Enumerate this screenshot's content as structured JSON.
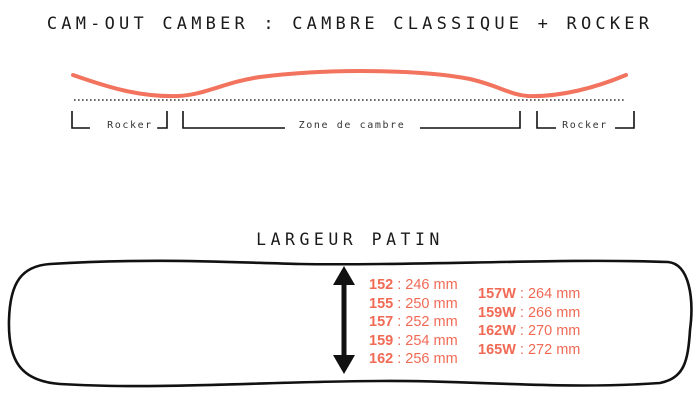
{
  "profile": {
    "title": "CAM-OUT CAMBER : CAMBRE CLASSIQUE + ROCKER",
    "zones": {
      "left": "Rocker",
      "center": "Zone de cambre",
      "right": "Rocker"
    }
  },
  "width_section": {
    "title": "LARGEUR PATIN",
    "regular_sizes": [
      {
        "code": "152",
        "sep": " : ",
        "value": "246 mm"
      },
      {
        "code": "155",
        "sep": " : ",
        "value": "250 mm"
      },
      {
        "code": "157",
        "sep": " : ",
        "value": "252 mm"
      },
      {
        "code": "159",
        "sep": " : ",
        "value": "254 mm"
      },
      {
        "code": "162",
        "sep": " : ",
        "value": "256 mm"
      }
    ],
    "wide_sizes": [
      {
        "code": "157W",
        "sep": " : ",
        "value": "264 mm"
      },
      {
        "code": "159W",
        "sep": " : ",
        "value": "266 mm"
      },
      {
        "code": "162W",
        "sep": " : ",
        "value": "270 mm"
      },
      {
        "code": "165W",
        "sep": " : ",
        "value": "272 mm"
      }
    ]
  },
  "colors": {
    "profile_line": "#f2735e",
    "size_text": "#f06a55",
    "outline": "#111111"
  }
}
